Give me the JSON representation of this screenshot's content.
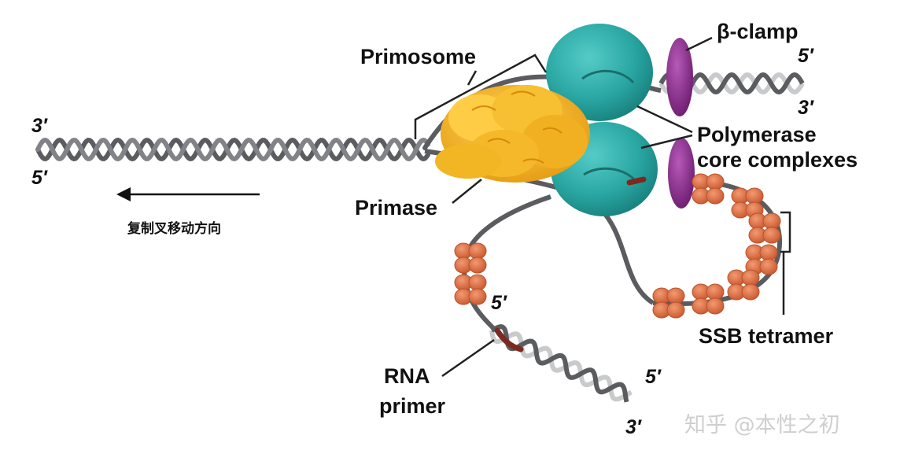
{
  "labels": {
    "primosome": "Primosome",
    "beta_clamp": "β-clamp",
    "polymerase_line1": "Polymerase",
    "polymerase_line2": "core complexes",
    "primase": "Primase",
    "ssb": "SSB tetramer",
    "rna_line1": "RNA",
    "rna_line2": "primer",
    "fork_direction": "复制叉移动方向",
    "watermark": "知乎 @本性之初"
  },
  "strand_ends": {
    "left_top": "3′",
    "left_bottom": "5′",
    "right_top": "5′",
    "right_bottom": "3′",
    "lagging_top": "5′",
    "lagging_end5": "5′",
    "lagging_end3": "3′"
  },
  "colors": {
    "polymerase": "#2aa7a3",
    "clamp": "#8a2c8c",
    "primase": "#f2b523",
    "ssb": "#e0744a",
    "dna_dark": "#5b5c60",
    "dna_light": "#c9cacc",
    "rna_primer": "#7a2a20"
  }
}
